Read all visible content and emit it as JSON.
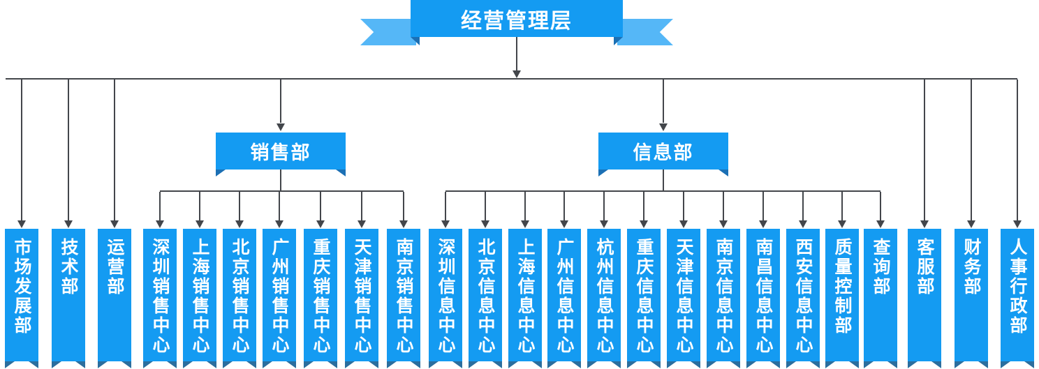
{
  "chart": {
    "type": "org-chart",
    "root": {
      "label": "经营管理层"
    },
    "branches": [
      {
        "id": "sales",
        "label": "销售部"
      },
      {
        "id": "info",
        "label": "信息部"
      }
    ],
    "departments": [
      {
        "label": "市场发展部",
        "parent": "top"
      },
      {
        "label": "技术部",
        "parent": "top"
      },
      {
        "label": "运营部",
        "parent": "top"
      },
      {
        "label": "深圳销售中心",
        "parent": "sales"
      },
      {
        "label": "上海销售中心",
        "parent": "sales"
      },
      {
        "label": "北京销售中心",
        "parent": "sales"
      },
      {
        "label": "广州销售中心",
        "parent": "sales"
      },
      {
        "label": "重庆销售中心",
        "parent": "sales"
      },
      {
        "label": "天津销售中心",
        "parent": "sales"
      },
      {
        "label": "南京销售中心",
        "parent": "sales"
      },
      {
        "label": "深圳信息中心",
        "parent": "info"
      },
      {
        "label": "北京信息中心",
        "parent": "info"
      },
      {
        "label": "上海信息中心",
        "parent": "info"
      },
      {
        "label": "广州信息中心",
        "parent": "info"
      },
      {
        "label": "杭州信息中心",
        "parent": "info"
      },
      {
        "label": "重庆信息中心",
        "parent": "info"
      },
      {
        "label": "天津信息中心",
        "parent": "info"
      },
      {
        "label": "南京信息中心",
        "parent": "info"
      },
      {
        "label": "南昌信息中心",
        "parent": "info"
      },
      {
        "label": "西安信息中心",
        "parent": "info"
      },
      {
        "label": "质量控制部",
        "parent": "info"
      },
      {
        "label": "查询部",
        "parent": "info"
      },
      {
        "label": "客服部",
        "parent": "top"
      },
      {
        "label": "财务部",
        "parent": "top"
      },
      {
        "label": "人事行政部",
        "parent": "top"
      }
    ],
    "colors": {
      "node_blue": "#149BF2",
      "ribbon_light": "#55B7F7",
      "banner_fold": "#1B70B5",
      "column_fold": "#2B6E9E",
      "line": "#43464B",
      "text": "#FFFFFF"
    }
  }
}
